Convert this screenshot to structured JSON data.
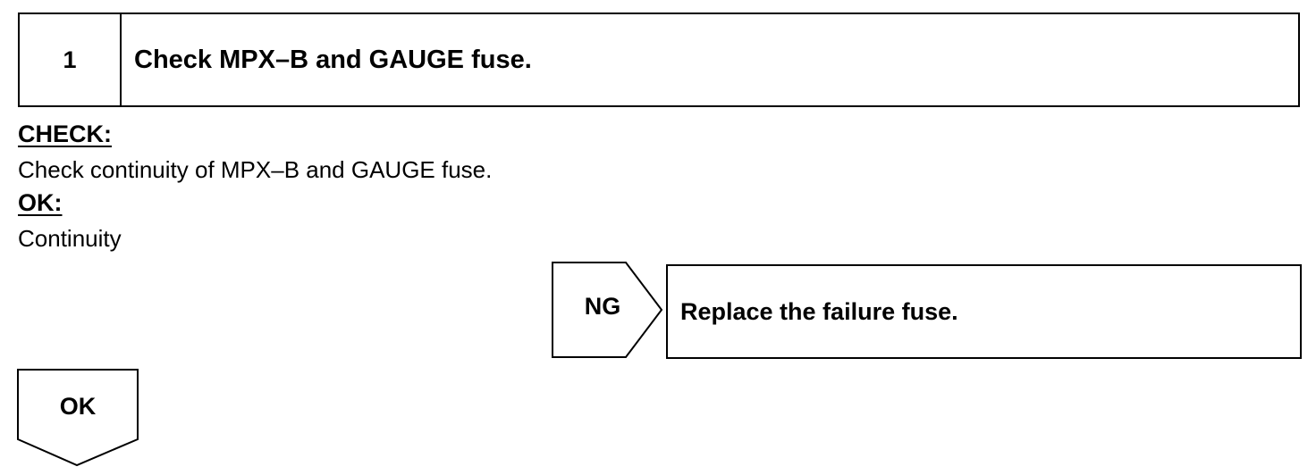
{
  "step": {
    "number": "1",
    "title": "Check MPX–B and GAUGE fuse."
  },
  "check": {
    "label": "CHECK:",
    "text": "Check continuity of MPX–B and GAUGE fuse."
  },
  "ok": {
    "label": "OK:",
    "text": "Continuity"
  },
  "ng_branch": {
    "label": "NG",
    "action": "Replace the failure fuse."
  },
  "ok_branch": {
    "label": "OK"
  }
}
